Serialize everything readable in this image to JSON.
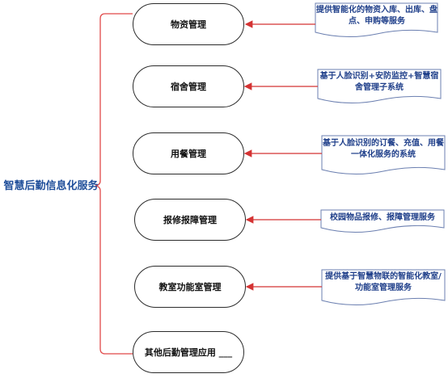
{
  "root": {
    "title": "智慧后勤信息化服务"
  },
  "nodes": [
    {
      "id": "materials",
      "label": "物资管理",
      "note": "提供智能化的物资入库、出库、盘点、申购等服务"
    },
    {
      "id": "dorm",
      "label": "宿舍管理",
      "note": "基于人脸识别+安防监控+智慧宿舍管理子系统"
    },
    {
      "id": "dining",
      "label": "用餐管理",
      "note": "基于人脸识别的订餐、充值、用餐一体化服务的系统"
    },
    {
      "id": "repair",
      "label": "报修报障管理",
      "note": "校园物品报修、报障管理服务"
    },
    {
      "id": "classroom",
      "label": "教室功能室管理",
      "note": "提供基于智慧物联的智能化教室/功能室管理服务"
    },
    {
      "id": "other",
      "label": "其他后勤管理应用 ___",
      "note": ""
    }
  ],
  "colors": {
    "bracket": "#e04848",
    "arrow": "#d43333",
    "note_text": "#1f3f8a",
    "note_border": "#6b7fb0"
  }
}
